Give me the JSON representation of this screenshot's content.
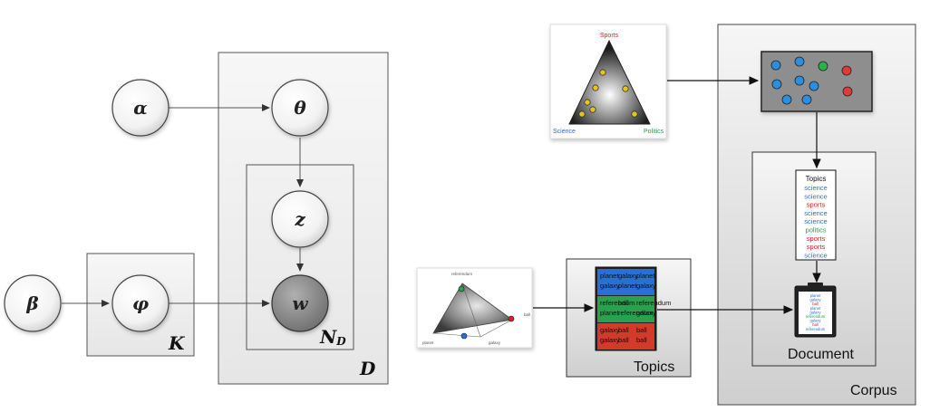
{
  "lda_model": {
    "nodes": {
      "alpha": "α",
      "theta": "θ",
      "z": "z",
      "w": "w",
      "beta": "β",
      "phi": "φ"
    },
    "plates": {
      "words": "N",
      "words_sub": "D",
      "documents": "D",
      "topics": "K"
    }
  },
  "topic_simplex": {
    "vertices": [
      "Sports",
      "Science",
      "Politics"
    ],
    "vertex_colors": [
      "#e02020",
      "#2a6fd6",
      "#22a04a"
    ]
  },
  "word_simplex": {
    "vertices": [
      "referendum",
      "ball",
      "galaxy",
      "planet"
    ]
  },
  "topics_box": {
    "label": "Topics",
    "colors": [
      "#2a6fd6",
      "#2aa14c",
      "#d23a2a"
    ],
    "words": [
      [
        "planet",
        "galaxy",
        "planet",
        "galaxy",
        "planet",
        "galaxy"
      ],
      [
        "referendum",
        "ball",
        "referendum",
        "planet",
        "referendum",
        "galaxy"
      ],
      [
        "galaxy",
        "ball",
        "ball",
        "galaxy",
        "ball",
        "ball"
      ]
    ]
  },
  "corpus": {
    "label": "Corpus",
    "document_label": "Document",
    "dot_colors": {
      "science": "#2a8fe0",
      "politics": "#2ab24a",
      "sports": "#e03a3a"
    }
  },
  "topic_assignments": {
    "header": "Topics",
    "items": [
      {
        "word": "science",
        "color": "#2a6fd6"
      },
      {
        "word": "science",
        "color": "#2a6fd6"
      },
      {
        "word": "sports",
        "color": "#e02020"
      },
      {
        "word": "science",
        "color": "#2a6fd6"
      },
      {
        "word": "science",
        "color": "#2a6fd6"
      },
      {
        "word": "politics",
        "color": "#22a04a"
      },
      {
        "word": "sports",
        "color": "#e02020"
      },
      {
        "word": "sports",
        "color": "#e02020"
      },
      {
        "word": "science",
        "color": "#2a6fd6"
      }
    ]
  },
  "document_words": {
    "items": [
      {
        "word": "planet",
        "color": "#2a6fd6"
      },
      {
        "word": "galaxy",
        "color": "#2a6fd6"
      },
      {
        "word": "ball",
        "color": "#e02020"
      },
      {
        "word": "planet",
        "color": "#2a6fd6"
      },
      {
        "word": "galaxy",
        "color": "#2a6fd6"
      },
      {
        "word": "referendum",
        "color": "#22a04a"
      },
      {
        "word": "galaxy",
        "color": "#2a6fd6"
      },
      {
        "word": "ball",
        "color": "#e02020"
      },
      {
        "word": "referendum",
        "color": "#2a6fd6"
      }
    ]
  }
}
